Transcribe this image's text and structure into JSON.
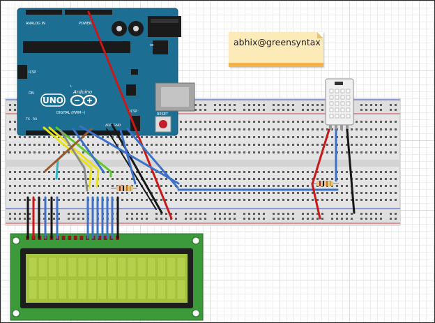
{
  "note": {
    "text": "abhix@greensyntax"
  },
  "arduino": {
    "brand": "Arduino",
    "model": "UNO",
    "reset_label": "RESET",
    "icsp_label": "ICSP",
    "icsp2_label": "ICSP",
    "on_label": "ON",
    "power_label": "POWER",
    "analog_label": "ANALOG IN",
    "digital_label": "DIGITAL (PWM~)",
    "aref_label": "AREF",
    "gnd_label": "GND",
    "tx_label": "TX",
    "rx_label": "RX",
    "l_label": "L"
  },
  "colors": {
    "arduino_board": "#1d6e93",
    "lcd_pcb": "#3c9a3a",
    "lcd_screen": "#a6c43c",
    "breadboard": "#e4e4e4",
    "rail_red": "#d24a4a",
    "rail_blue": "#3f56c6",
    "wire_red": "#c91818",
    "wire_black": "#161616",
    "wire_blue": "#3c71c8",
    "wire_yellow": "#e8e21c",
    "wire_green": "#5fc92c",
    "wire_cyan": "#33b6c6",
    "wire_brown": "#9c5a2a",
    "wire_grey": "#8c8c8c",
    "sensor_body": "#f0f0f0"
  },
  "icons": {
    "usb": "usb-connector-icon",
    "power_jack": "dc-jack-icon",
    "infinity": "arduino-logo-icon"
  }
}
